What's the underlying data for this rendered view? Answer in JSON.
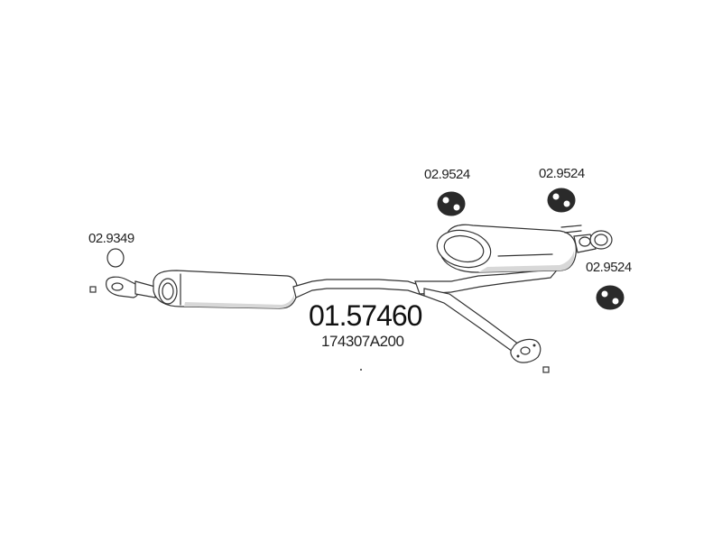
{
  "labels": {
    "gasket_part": "02.9349",
    "hanger_part_1": "02.9524",
    "hanger_part_2": "02.9524",
    "hanger_part_3": "02.9524",
    "main_part": "01.57460",
    "oem_part": "174307A200"
  },
  "colors": {
    "line": "#333333",
    "shade": "#d8d8d8",
    "rubber": "#2a2a2a",
    "background": "#ffffff"
  }
}
